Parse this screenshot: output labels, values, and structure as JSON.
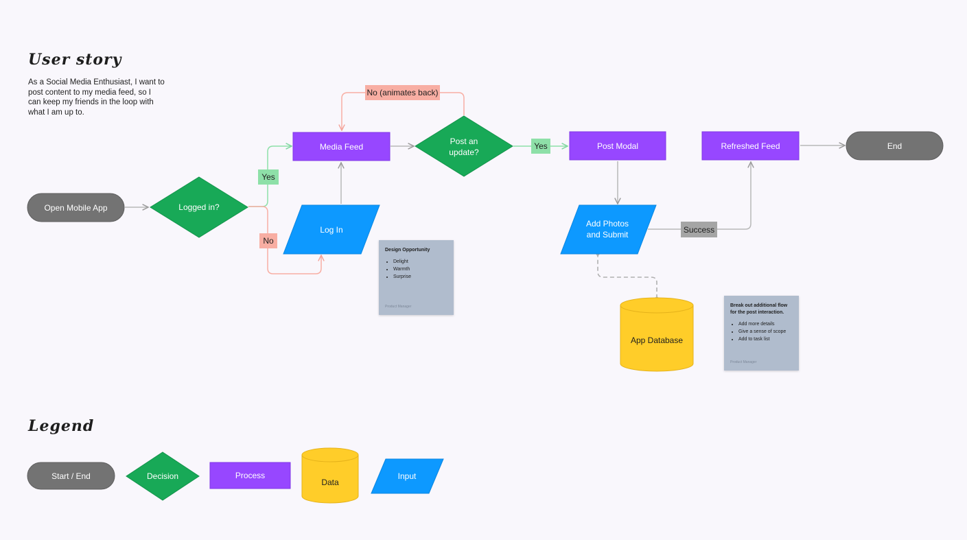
{
  "user_story": {
    "heading": "User story",
    "text": "As a Social Media Enthusiast, I want to post content to my media feed, so I can keep my friends in the loop with what I am up to."
  },
  "flow": {
    "open_app": "Open Mobile App",
    "logged_in": "Logged in?",
    "yes_1": "Yes",
    "no_1": "No",
    "media_feed": "Media Feed",
    "log_in": "Log In",
    "post_update_line1": "Post an",
    "post_update_line2": "update?",
    "no_animates_back": "No (animates back)",
    "yes_2": "Yes",
    "post_modal": "Post Modal",
    "add_photos_line1": "Add Photos",
    "add_photos_line2": "and Submit",
    "success": "Success",
    "refreshed_feed": "Refreshed Feed",
    "end": "End",
    "app_database": "App Database"
  },
  "sticky_1": {
    "title": "Design Opportunity",
    "items": [
      "Delight",
      "Warmth",
      "Surprise"
    ],
    "author": "Product Manager"
  },
  "sticky_2": {
    "title": "Break out additional flow for the post interaction.",
    "items": [
      "Add more details",
      "Give a sense of scope",
      "Add to task list"
    ],
    "author": "Product Manager"
  },
  "legend": {
    "heading": "Legend",
    "start_end": "Start / End",
    "decision": "Decision",
    "process": "Process",
    "data": "Data",
    "input": "Input"
  },
  "colors": {
    "background": "#f9f7fc",
    "start_end": "#737373",
    "decision": "#18a957",
    "process": "#9747ff",
    "data": "#ffcd29",
    "input": "#0d99ff",
    "yes_tag": "#8ee0a8",
    "no_tag": "#f8aea3",
    "success_tag": "#a5a5a5",
    "sticky": "#b0bccd"
  }
}
